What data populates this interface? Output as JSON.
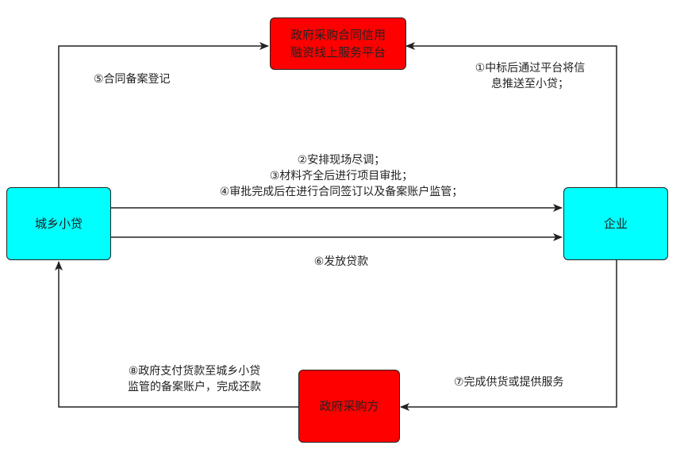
{
  "nodes": {
    "platform": {
      "line1": "政府采购合同信用",
      "line2": "融资线上服务平台",
      "color": "#ff0000"
    },
    "lender": {
      "label": "城乡小贷",
      "color": "#00ffff"
    },
    "enterprise": {
      "label": "企业",
      "color": "#00ffff"
    },
    "purchaser": {
      "label": "政府采购方",
      "color": "#ff0000"
    }
  },
  "edges": {
    "step1": {
      "line1": "①中标后通过平台将信",
      "line2": "息推送至小贷；"
    },
    "step2": "②安排现场尽调；",
    "step3": "③材料齐全后进行项目审批；",
    "step4": "④审批完成后在进行合同签订以及备案账户监管；",
    "step5": "⑤合同备案登记",
    "step6": "⑥发放贷款",
    "step7": "⑦完成供货或提供服务",
    "step8": {
      "line1": "⑧政府支付货款至城乡小贷",
      "line2": "监管的备案账户，完成还款"
    }
  }
}
